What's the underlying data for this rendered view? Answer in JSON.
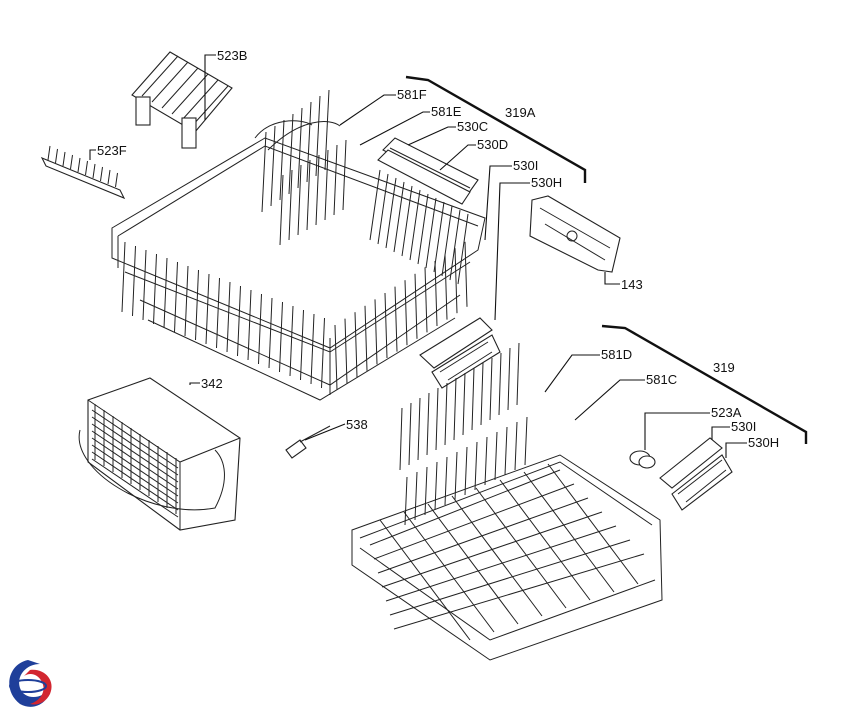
{
  "labels": {
    "p523B": "523B",
    "p523F": "523F",
    "p581F": "581F",
    "p581E": "581E",
    "p319A": "319A",
    "p530C": "530C",
    "p530D": "530D",
    "p530I_top": "530I",
    "p530H_top": "530H",
    "p143": "143",
    "p342": "342",
    "p538": "538",
    "p581D": "581D",
    "p319": "319",
    "p581C": "581C",
    "p523A": "523A",
    "p530I_bot": "530I",
    "p530H_bot": "530H"
  },
  "colors": {
    "ink": "#111111",
    "logo_blue": "#1f3f9a",
    "logo_red": "#d22630"
  },
  "logo": {
    "icon": "brand-swirl-logo"
  }
}
